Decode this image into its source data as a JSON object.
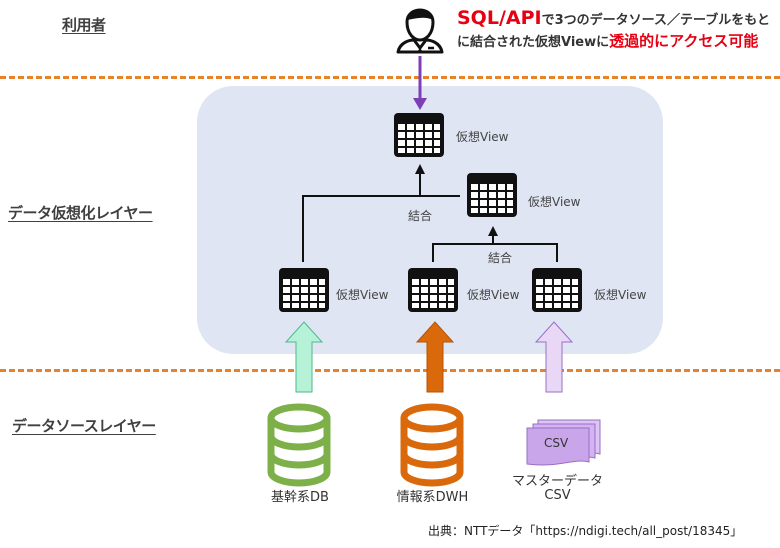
{
  "layers": {
    "user": "利用者",
    "virtualization": "データ仮想化レイヤー",
    "source": "データソースレイヤー"
  },
  "headline": {
    "part1_red": "SQL/API",
    "part2": "で3つのデータソース／テーブルをもとに結合された仮想Viewに",
    "part3_red": "透過的にアクセス可能"
  },
  "views": {
    "top": "仮想View",
    "middle": "仮想View",
    "left": "仮想View",
    "center": "仮想View",
    "right": "仮想View"
  },
  "joins": {
    "upper": "結合",
    "lower": "結合"
  },
  "sources": {
    "db": {
      "label": "基幹系DB",
      "color": "#7db048"
    },
    "dwh": {
      "label": "情報系DWH",
      "color": "#d9690b"
    },
    "csv": {
      "label_line1": "マスターデータ",
      "label_line2": "CSV",
      "icon_text": "CSV",
      "color": "#c9a6ea"
    }
  },
  "arrows": {
    "user_arrow_color": "#7d3fb5",
    "db_arrow_color": "#b6f2d8",
    "dwh_arrow_color": "#d9690b",
    "csv_arrow_color": "#e8d8f6"
  },
  "credit": "出典：NTTデータ「https://ndigi.tech/all_post/18345」"
}
